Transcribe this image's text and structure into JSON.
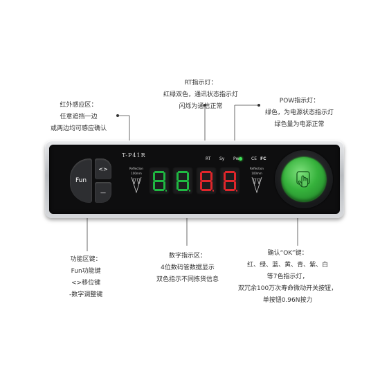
{
  "device": {
    "brand": "T-P41R",
    "fun_label": "Fun",
    "shift_label": "<>",
    "adjust_label": "—",
    "sensor_left": {
      "line1": "Reflection",
      "line2": "100mm"
    },
    "sensor_right": {
      "line1": "Reflection",
      "line2": "100mm"
    },
    "status_rt": "RT",
    "status_sy": "Sy",
    "status_pw": "Pw",
    "cert_ce": "CE",
    "cert_fc": "FC",
    "digits": [
      {
        "char": "8",
        "color": "#1fb842"
      },
      {
        "char": "8",
        "color": "#1fb842"
      },
      {
        "char": "8",
        "color": "#e0262b"
      },
      {
        "char": "8",
        "color": "#e0262b"
      }
    ],
    "ok_color": "#36b23c",
    "pw_led_color": "#3ee05a"
  },
  "annotations": {
    "rt": [
      "RT指示灯：",
      "红绿双色，通讯状态指示灯",
      "闪烁为通信正常"
    ],
    "ir": [
      "红外感应区：",
      "任意遮挡一边",
      "或两边均可感应确认"
    ],
    "pow": [
      "POW指示灯：",
      "绿色，为电源状态指示灯",
      "绿色量为电源正常"
    ],
    "func": [
      "功能区键：",
      "Fun功能键",
      "<>移位键",
      "-数字调整键"
    ],
    "digit": [
      "数字指示区：",
      "4位数码管数据显示",
      "双色指示不同拣货信息"
    ],
    "ok": [
      "确认“OK”键：",
      "红、绿、蓝、黄、青、紫、白",
      "等7色指示灯，",
      "双冗余100万次寿命微动开关按钮，",
      "单按钮0.96N按力"
    ]
  }
}
